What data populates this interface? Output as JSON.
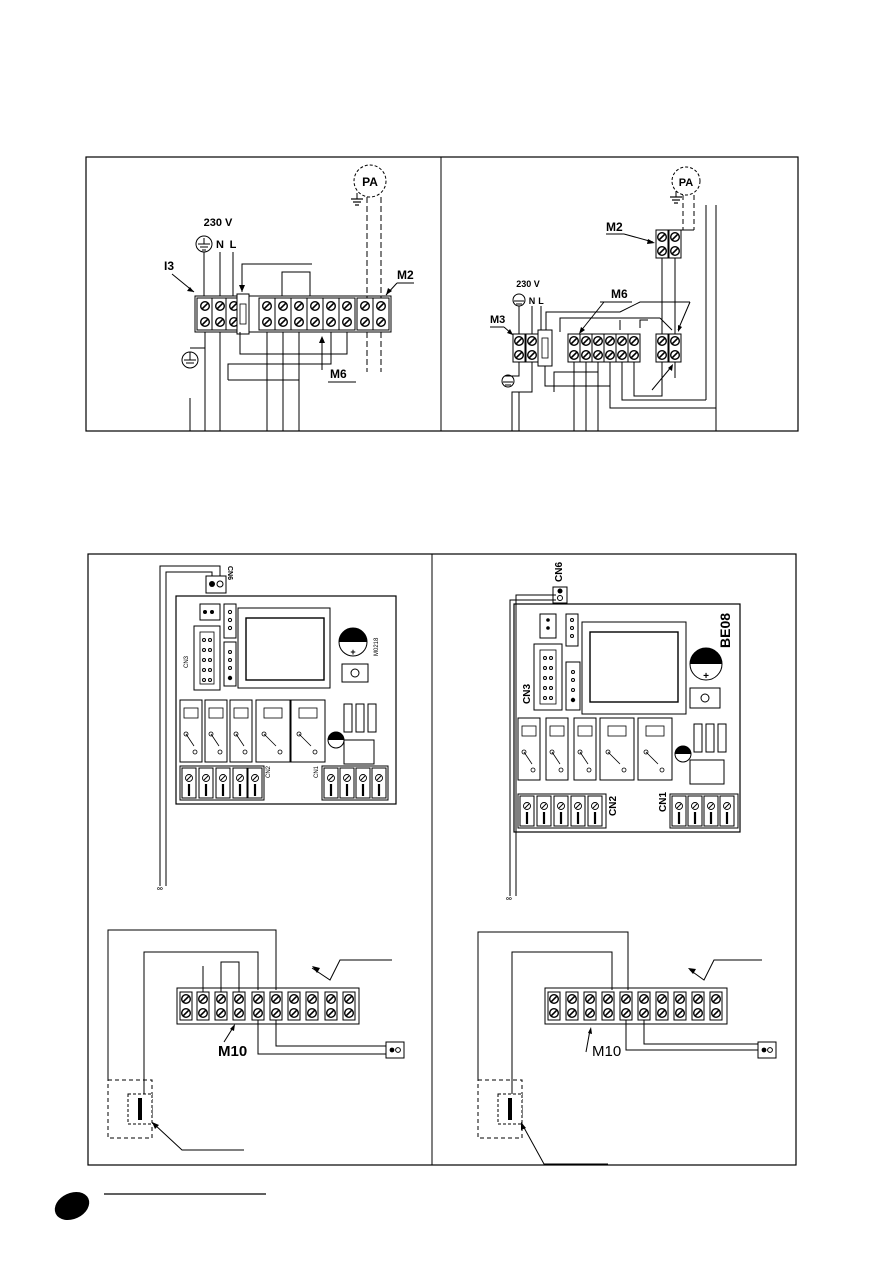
{
  "top_left": {
    "voltage": "230 V",
    "neutral": "N",
    "line": "L",
    "terminal_left": "I3",
    "terminal_right": "M2",
    "terminal_bottom": "M6",
    "pa": "PA"
  },
  "top_right": {
    "voltage": "230 V",
    "neutral": "N",
    "line": "L",
    "terminal_left": "M3",
    "terminal_top": "M2",
    "terminal_mid": "M6",
    "pa": "PA"
  },
  "bottom_left": {
    "connector": "CN6",
    "board_code": "M0218",
    "terminal": "M10",
    "cn1": "CN1",
    "cn2": "CN2",
    "cn3": "CN3"
  },
  "bottom_right": {
    "connector": "CN6",
    "board_code": "BE08",
    "terminal": "M10",
    "cn1": "CN1",
    "cn2": "CN2",
    "cn3": "CN3"
  },
  "colors": {
    "ink": "#000000",
    "paper": "#ffffff"
  }
}
